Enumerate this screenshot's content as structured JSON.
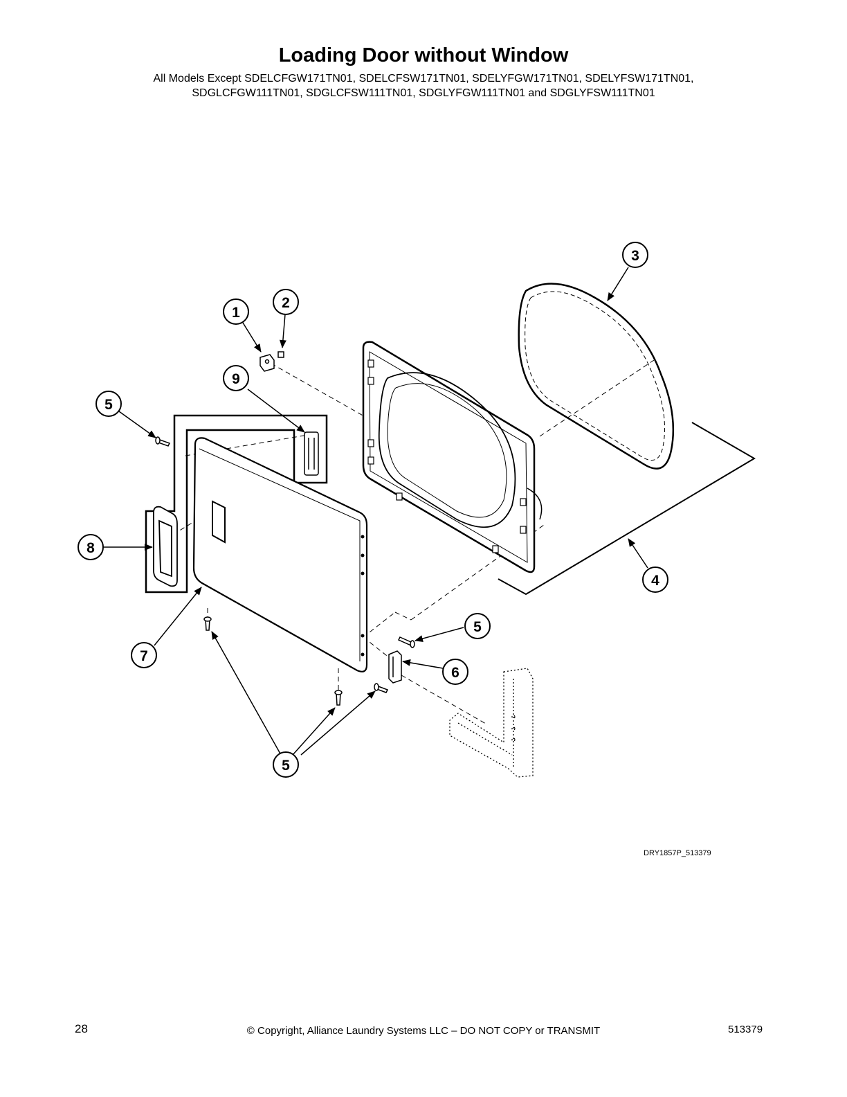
{
  "header": {
    "title": "Loading Door without Window",
    "subtitle_line1": "All Models Except SDELCFGW171TN01, SDELCFSW171TN01, SDELYFGW171TN01, SDELYFSW171TN01,",
    "subtitle_line2": "SDGLCFGW111TN01, SDGLCFSW111TN01, SDGLYFGW111TN01 and SDGLYFSW111TN01"
  },
  "diagram": {
    "drawing_id": "DRY1857P_513379",
    "callouts": [
      {
        "id": "c1",
        "label": "1"
      },
      {
        "id": "c2",
        "label": "2"
      },
      {
        "id": "c3",
        "label": "3"
      },
      {
        "id": "c4",
        "label": "4"
      },
      {
        "id": "c5a",
        "label": "5"
      },
      {
        "id": "c5b",
        "label": "5"
      },
      {
        "id": "c5c",
        "label": "5"
      },
      {
        "id": "c6",
        "label": "6"
      },
      {
        "id": "c7",
        "label": "7"
      },
      {
        "id": "c8",
        "label": "8"
      },
      {
        "id": "c9",
        "label": "9"
      }
    ]
  },
  "footer": {
    "page_number": "28",
    "copyright": "© Copyright, Alliance Laundry Systems LLC – DO NOT COPY or TRANSMIT",
    "doc_number": "513379"
  }
}
